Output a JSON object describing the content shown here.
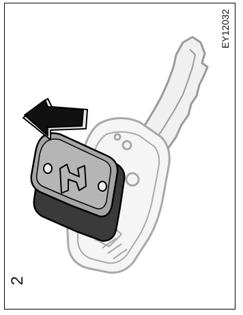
{
  "figure": {
    "code": "EY12032",
    "step_number": "2",
    "subject": "remote-key-cover-removal",
    "arrow_direction": "left"
  }
}
